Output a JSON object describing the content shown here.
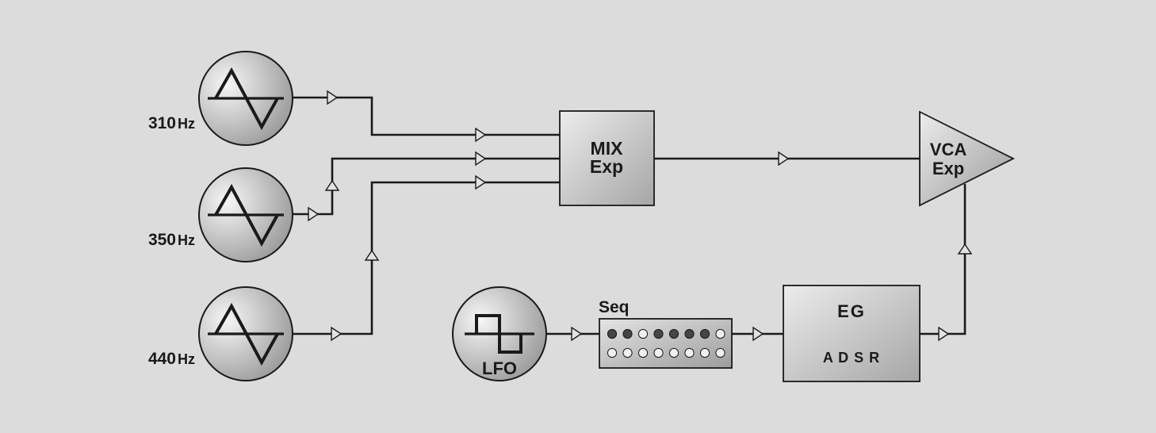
{
  "oscillators": [
    {
      "frequency_value": "310",
      "frequency_unit": "Hz"
    },
    {
      "frequency_value": "350",
      "frequency_unit": "Hz"
    },
    {
      "frequency_value": "440",
      "frequency_unit": "Hz"
    }
  ],
  "lfo": {
    "label": "LFO"
  },
  "mixer": {
    "line1": "MIX",
    "line2": "Exp"
  },
  "vca": {
    "line1": "VCA",
    "line2": "Exp"
  },
  "sequencer": {
    "label": "Seq",
    "top_row_active": [
      true,
      true,
      false,
      true,
      true,
      true,
      true,
      false
    ],
    "bottom_row_active": [
      false,
      false,
      false,
      false,
      false,
      false,
      false,
      false
    ]
  },
  "envelope": {
    "title": "EG",
    "stages": "A D S R"
  },
  "colors": {
    "background": "#dcdcdc",
    "outline": "#1a1a1a",
    "step_on": "#454545",
    "step_off": "#f0f0f0"
  }
}
